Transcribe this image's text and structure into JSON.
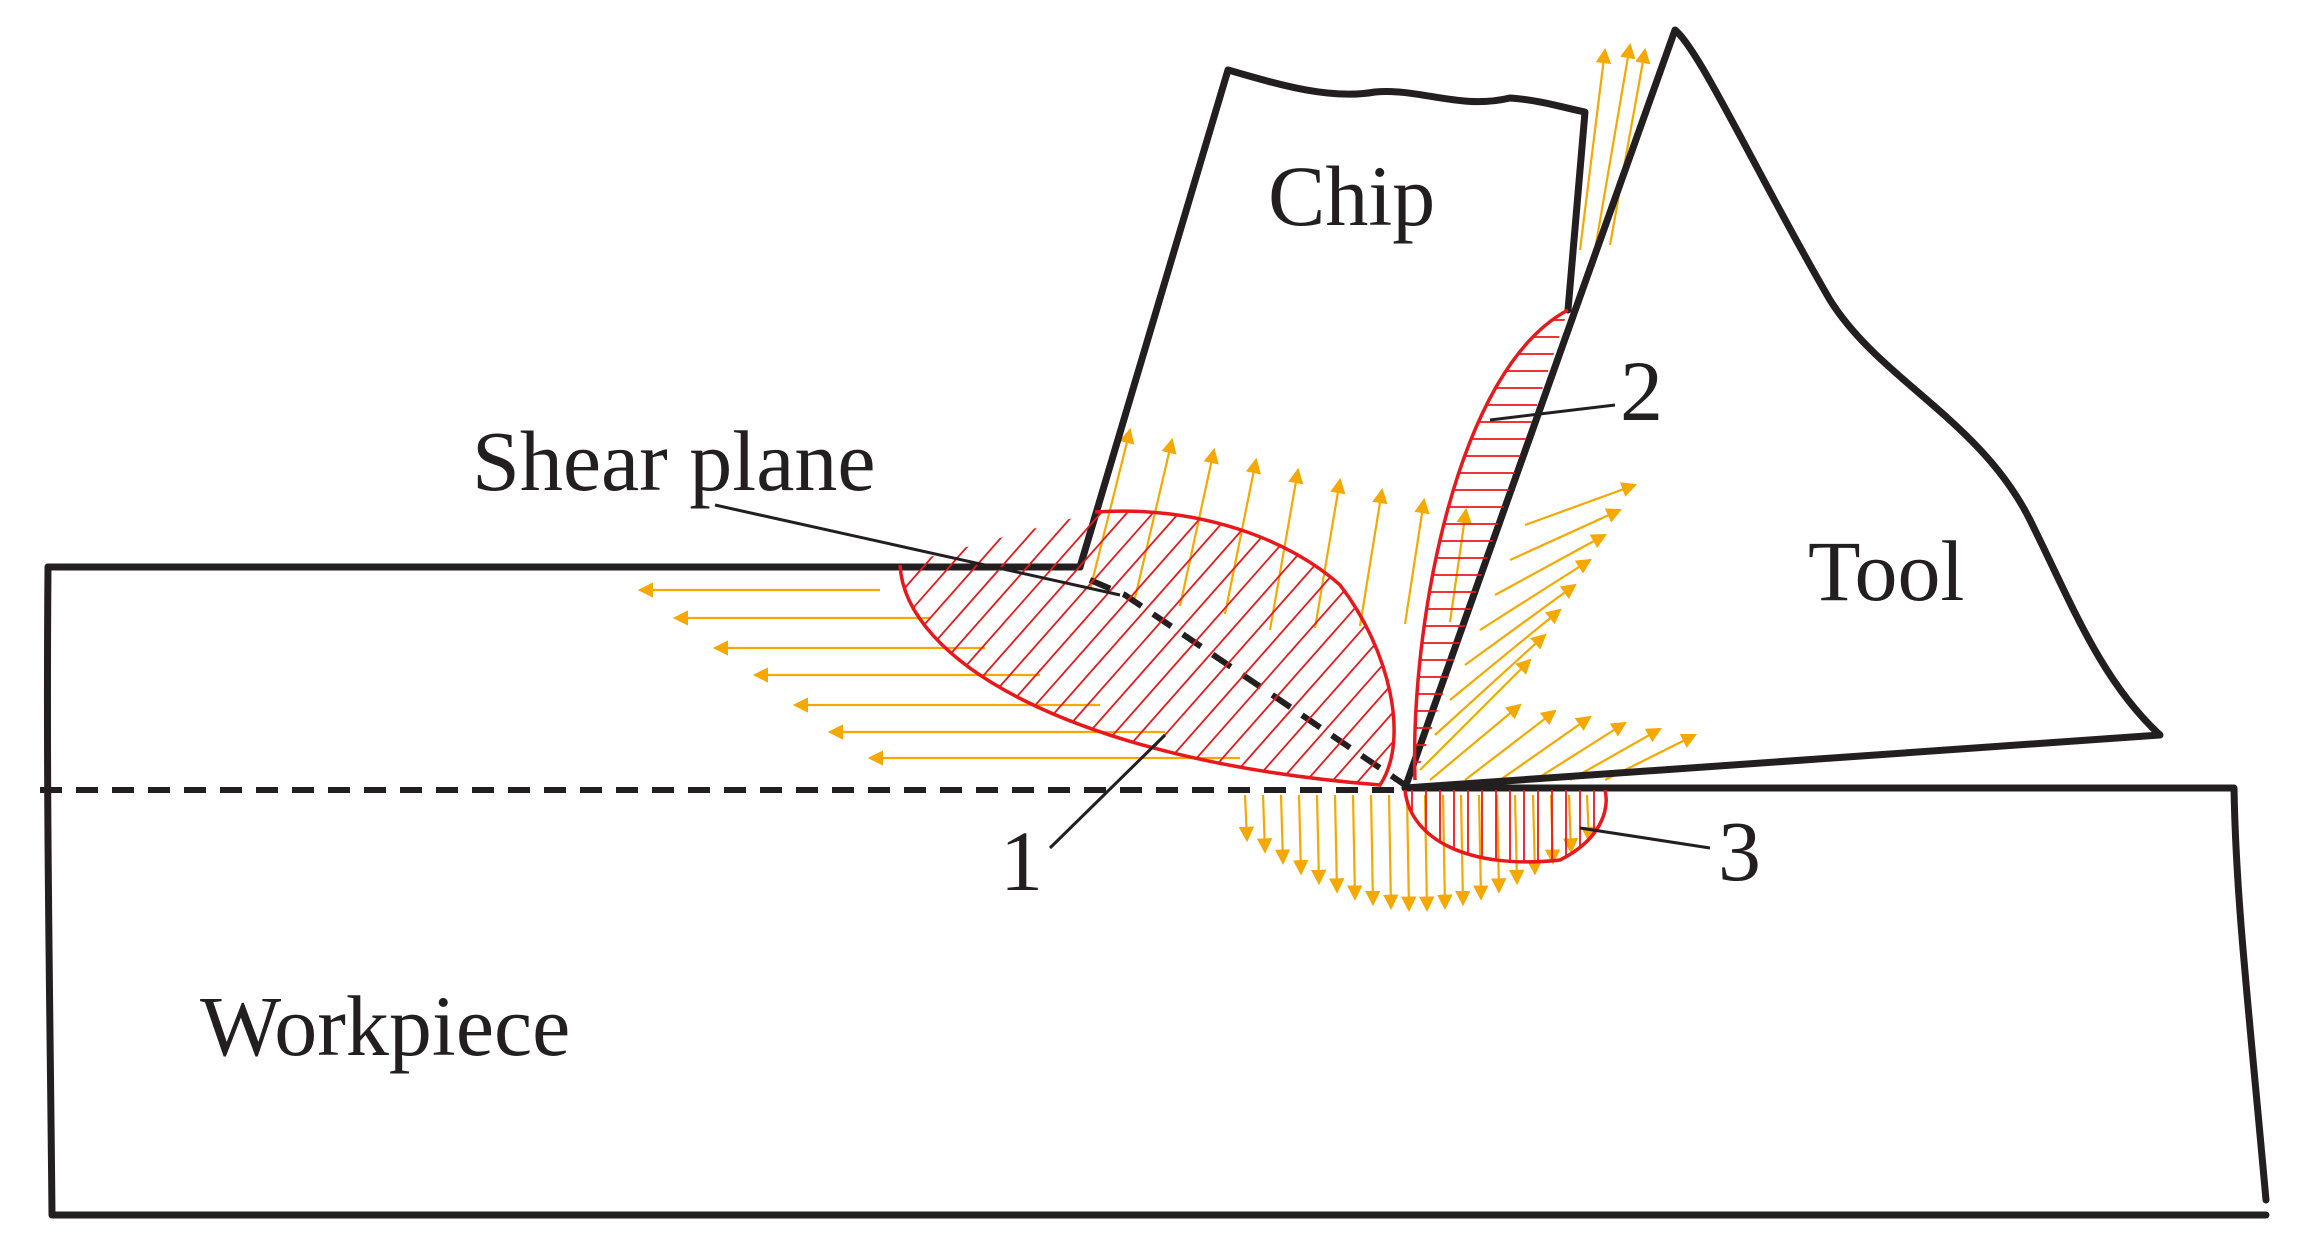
{
  "labels": {
    "chip": "Chip",
    "tool": "Tool",
    "workpiece": "Workpiece",
    "shear_plane": "Shear plane",
    "zone_1": "1",
    "zone_2": "2",
    "zone_3": "3"
  },
  "colors": {
    "outline": "#231f20",
    "deformation_zone": "#e8191c",
    "heat_flux_arrows": "#f5a800"
  }
}
